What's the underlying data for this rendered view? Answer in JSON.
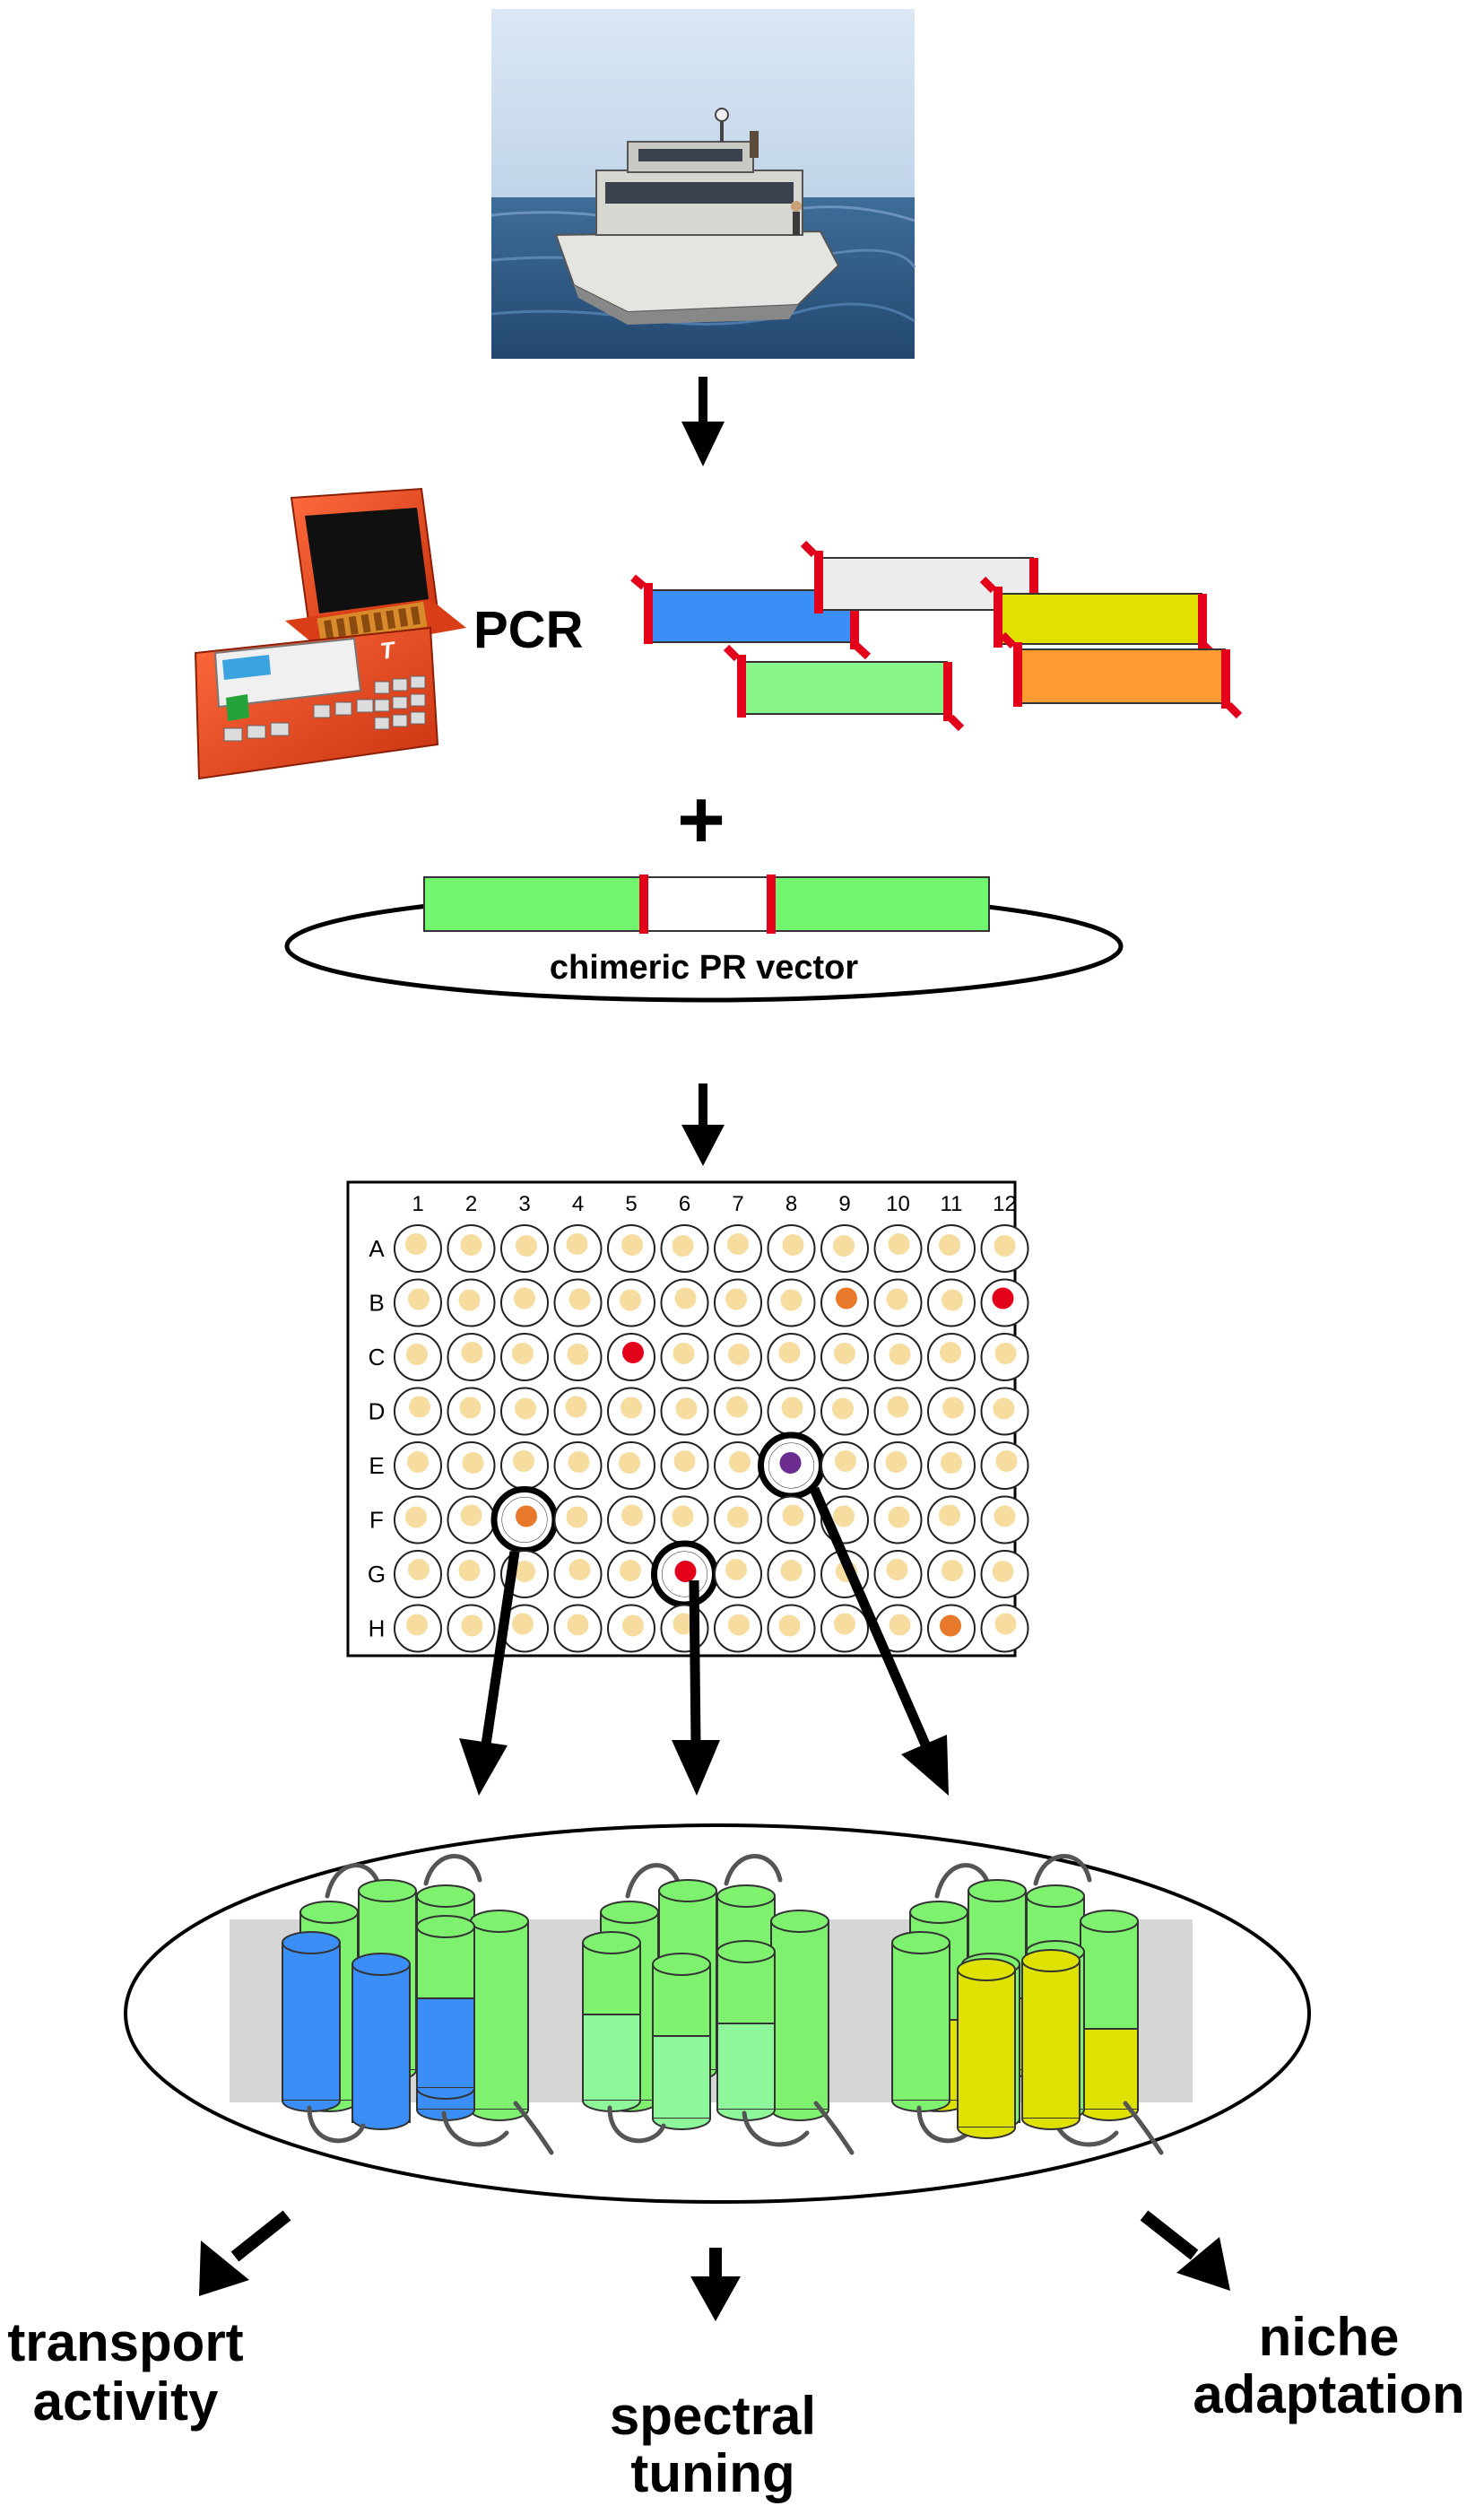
{
  "labels": {
    "pcr": "PCR",
    "plus": "+",
    "vector": "chimeric PR vector",
    "outcome_left_line1": "transport",
    "outcome_left_line2": "activity",
    "outcome_mid_line1": "spectral",
    "outcome_mid_line2": "tuning",
    "outcome_right_line1": "niche",
    "outcome_right_line2": "adaptation"
  },
  "plate": {
    "columns": [
      "1",
      "2",
      "3",
      "4",
      "5",
      "6",
      "7",
      "8",
      "9",
      "10",
      "11",
      "12"
    ],
    "rows": [
      "A",
      "B",
      "C",
      "D",
      "E",
      "F",
      "G",
      "H"
    ],
    "default_dot_color": "#f7dca0",
    "highlighted_wells": [
      {
        "row": "B",
        "col": 9,
        "color": "#e8792b"
      },
      {
        "row": "B",
        "col": 12,
        "color": "#e3001b"
      },
      {
        "row": "C",
        "col": 5,
        "color": "#e3001b"
      },
      {
        "row": "E",
        "col": 8,
        "color": "#6a2d8f",
        "selected": true
      },
      {
        "row": "F",
        "col": 3,
        "color": "#e8792b",
        "selected": true
      },
      {
        "row": "G",
        "col": 6,
        "color": "#e3001b",
        "selected": true
      },
      {
        "row": "H",
        "col": 11,
        "color": "#e8792b"
      }
    ]
  },
  "colors": {
    "fragment_blue": "#3a8ef5",
    "fragment_white": "#ececec",
    "fragment_yellow": "#e2e000",
    "fragment_green": "#88f58a",
    "fragment_orange": "#ff9a33",
    "junction_red": "#e3001b",
    "vector_green": "#72f56f",
    "helix_green": "#7ef26e",
    "helix_light_green": "#8ef79a",
    "helix_blue": "#3a8ef5",
    "helix_yellow": "#dfe200",
    "membrane_gray": "#d6d6d6",
    "pcr_machine_red": "#e8461b"
  },
  "icons": {
    "photo": "research-boat-photo",
    "machine": "pcr-thermocycler-icon"
  }
}
